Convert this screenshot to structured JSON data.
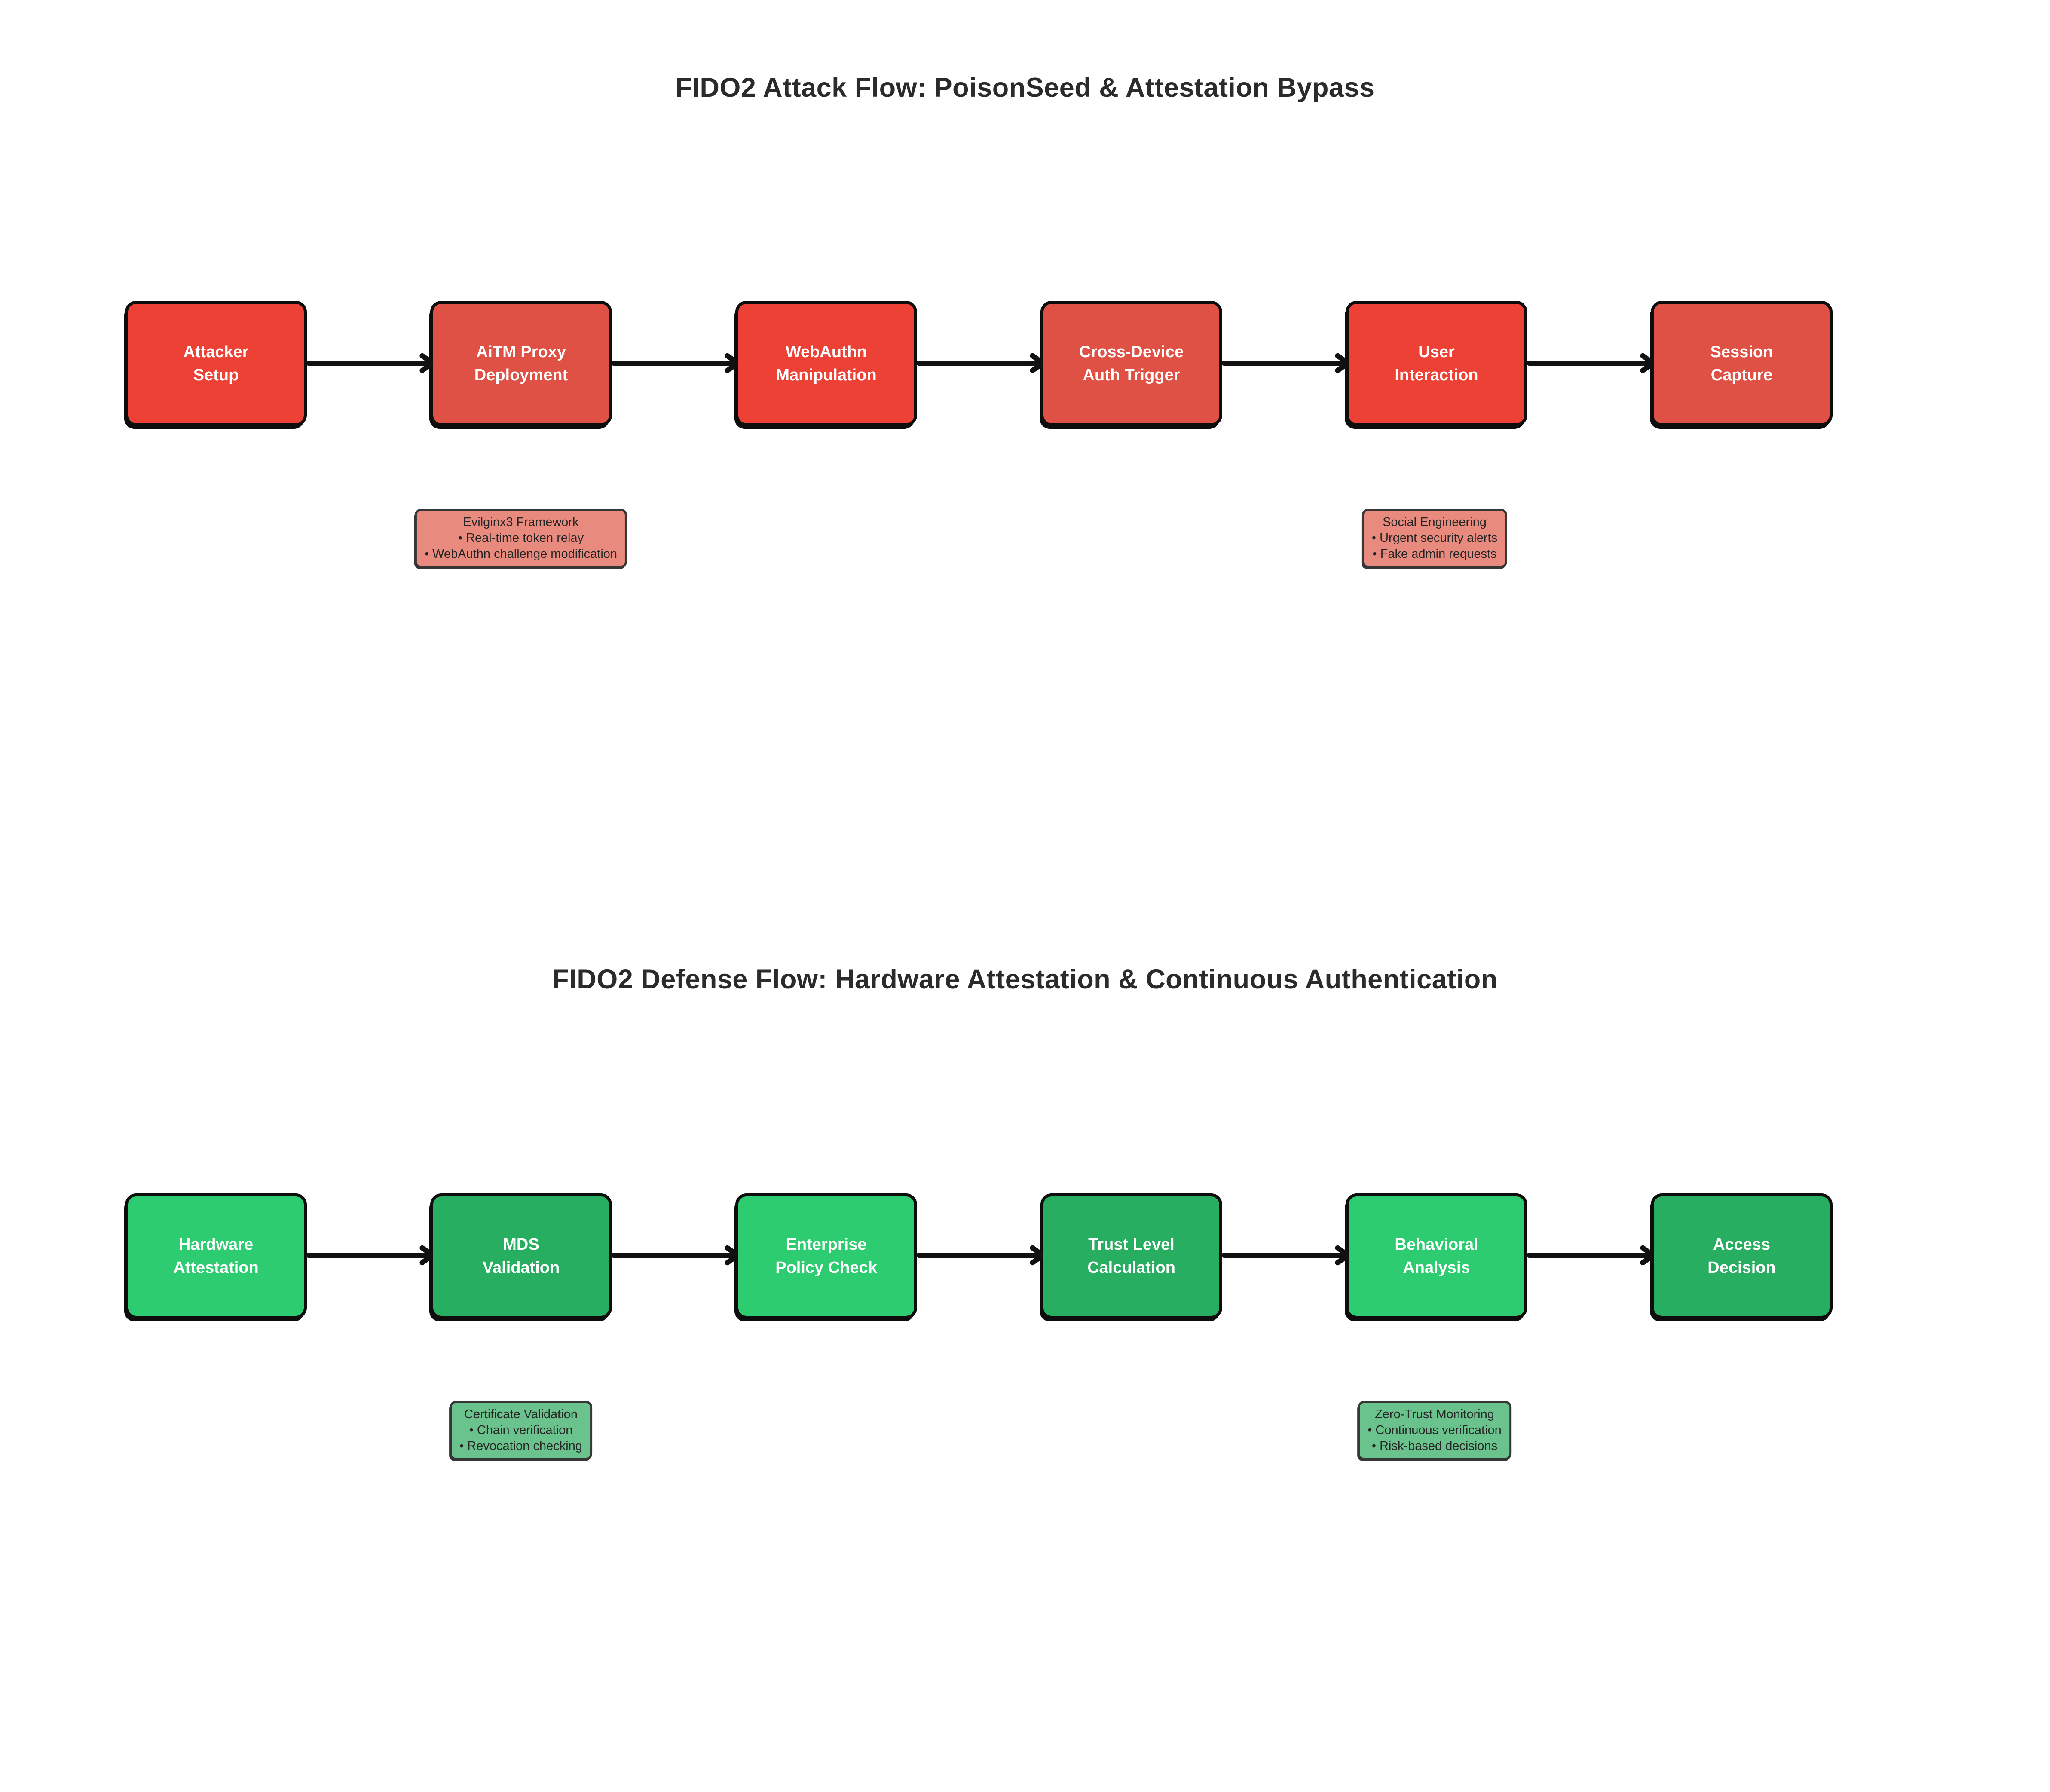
{
  "colors": {
    "attack_node_primary": "#ED4136",
    "attack_node_secondary": "#E05145",
    "attack_note_bg": "#E88A7E",
    "defense_node_primary": "#2ECC71",
    "defense_node_secondary": "#27AE60",
    "defense_note_bg": "#6AC28C",
    "node_text": "#FFFFFF",
    "note_text": "#262626",
    "note_border": "#363636",
    "border": "#0D0D0D",
    "arrow": "#111111",
    "title_text": "#2B2B2B"
  },
  "flows": [
    {
      "title": "FIDO2 Attack Flow: PoisonSeed & Attestation Bypass",
      "nodes": [
        {
          "line1": "Attacker",
          "line2": "Setup"
        },
        {
          "line1": "AiTM Proxy",
          "line2": "Deployment"
        },
        {
          "line1": "WebAuthn",
          "line2": "Manipulation"
        },
        {
          "line1": "Cross-Device",
          "line2": "Auth Trigger"
        },
        {
          "line1": "User",
          "line2": "Interaction"
        },
        {
          "line1": "Session",
          "line2": "Capture"
        }
      ],
      "notes": [
        {
          "title": "Evilginx3 Framework",
          "bullet1": "• Real-time token relay",
          "bullet2": "• WebAuthn challenge modification"
        },
        {
          "title": "Social Engineering",
          "bullet1": "• Urgent security alerts",
          "bullet2": "• Fake admin requests"
        }
      ]
    },
    {
      "title": "FIDO2 Defense Flow: Hardware Attestation & Continuous Authentication",
      "nodes": [
        {
          "line1": "Hardware",
          "line2": "Attestation"
        },
        {
          "line1": "MDS",
          "line2": "Validation"
        },
        {
          "line1": "Enterprise",
          "line2": "Policy Check"
        },
        {
          "line1": "Trust Level",
          "line2": "Calculation"
        },
        {
          "line1": "Behavioral",
          "line2": "Analysis"
        },
        {
          "line1": "Access",
          "line2": "Decision"
        }
      ],
      "notes": [
        {
          "title": "Certificate Validation",
          "bullet1": "• Chain verification",
          "bullet2": "• Revocation checking"
        },
        {
          "title": "Zero-Trust Monitoring",
          "bullet1": "• Continuous verification",
          "bullet2": "• Risk-based decisions"
        }
      ]
    }
  ]
}
